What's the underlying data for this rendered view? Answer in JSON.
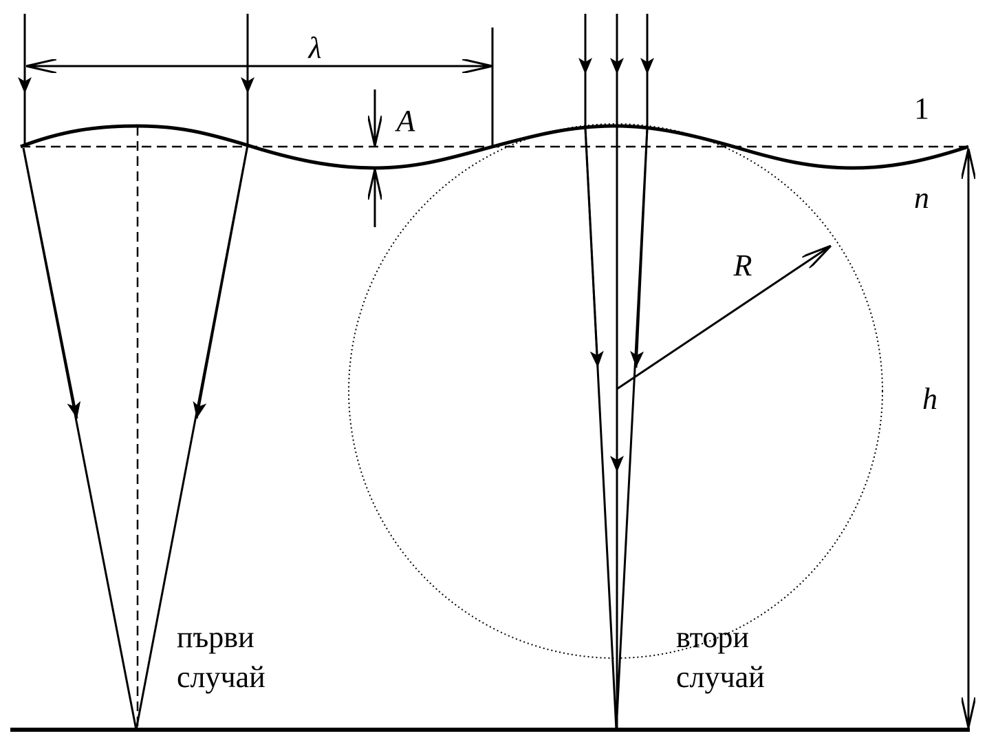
{
  "labels": {
    "wavelength": "λ",
    "amplitude": "A",
    "medium_above": "1",
    "medium_below": "n",
    "radius": "R",
    "depth": "h"
  },
  "cases": {
    "first_line1": "първи",
    "first_line2": "случай",
    "second_line1": "втори",
    "second_line2": "случай"
  },
  "colors": {
    "ink": "#000000",
    "background": "#ffffff"
  }
}
